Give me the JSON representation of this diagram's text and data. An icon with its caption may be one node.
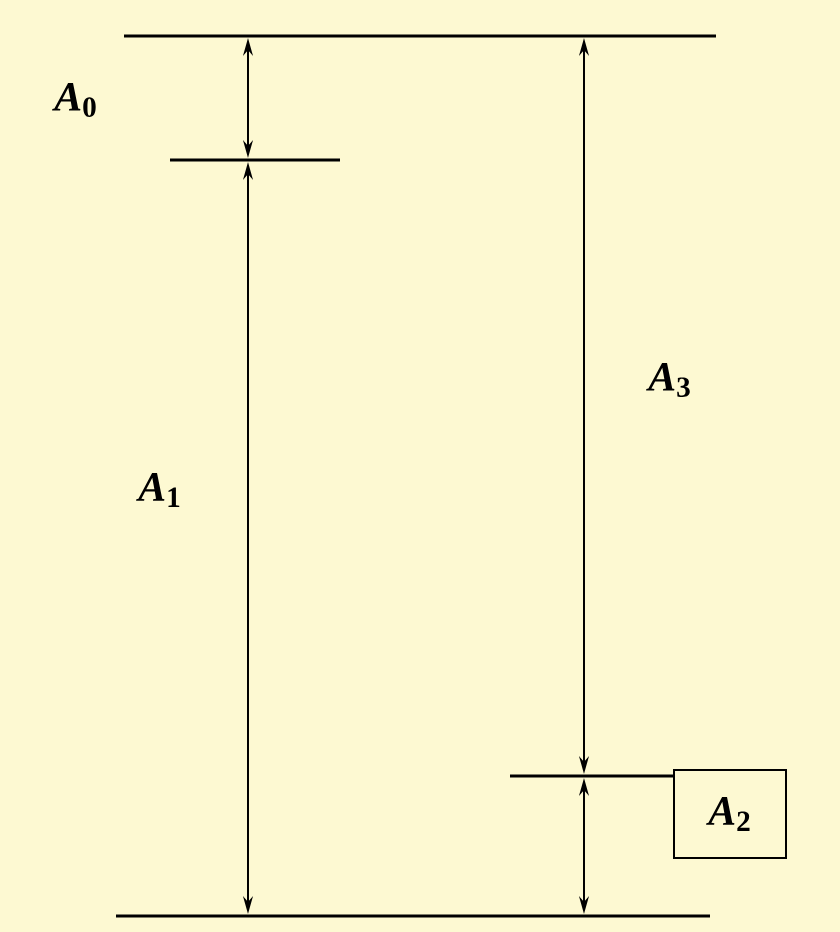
{
  "diagram": {
    "nodes": [
      {
        "text": [
          "*A*$_{2}$"
        ]
      }
    ],
    "labels": [
      "*A*$_{0}$",
      "*A*$_{3}$",
      "*A*$_{1}$"
    ]
  }
}
